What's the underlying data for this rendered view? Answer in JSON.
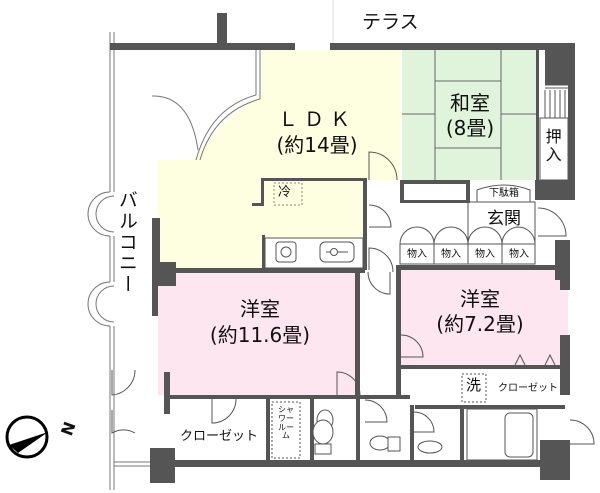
{
  "floorplan": {
    "terrace_label": "テラス",
    "balcony_label": "バルコニー",
    "colors": {
      "wall": "#555555",
      "ldk_fill": "#fefee0",
      "washitsu_fill": "#e0f4dc",
      "yoshitsu_fill": "#fde6f0",
      "tatami_line": "#666666",
      "background": "#ffffff"
    },
    "rooms": {
      "ldk": {
        "name": "ＬＤＫ",
        "size": "(約14畳)"
      },
      "washitsu": {
        "name": "和室",
        "size": "(8畳)"
      },
      "yoshitsu_large": {
        "name": "洋室",
        "size": "(約11.6畳)"
      },
      "yoshitsu_small": {
        "name": "洋室",
        "size": "(約7.2畳)"
      }
    },
    "fixtures": {
      "oshiire": "押入",
      "refrigerator": "冷",
      "getabako": "下駄箱",
      "genkan": "玄関",
      "storage": [
        "物入",
        "物入",
        "物入",
        "物入"
      ],
      "washer": "洗",
      "closet_right": "クローゼット",
      "closet_left": "クローゼット",
      "shower_room": "シャワールーム"
    },
    "compass": {
      "label": "N",
      "icon": "compass-north-icon"
    }
  }
}
